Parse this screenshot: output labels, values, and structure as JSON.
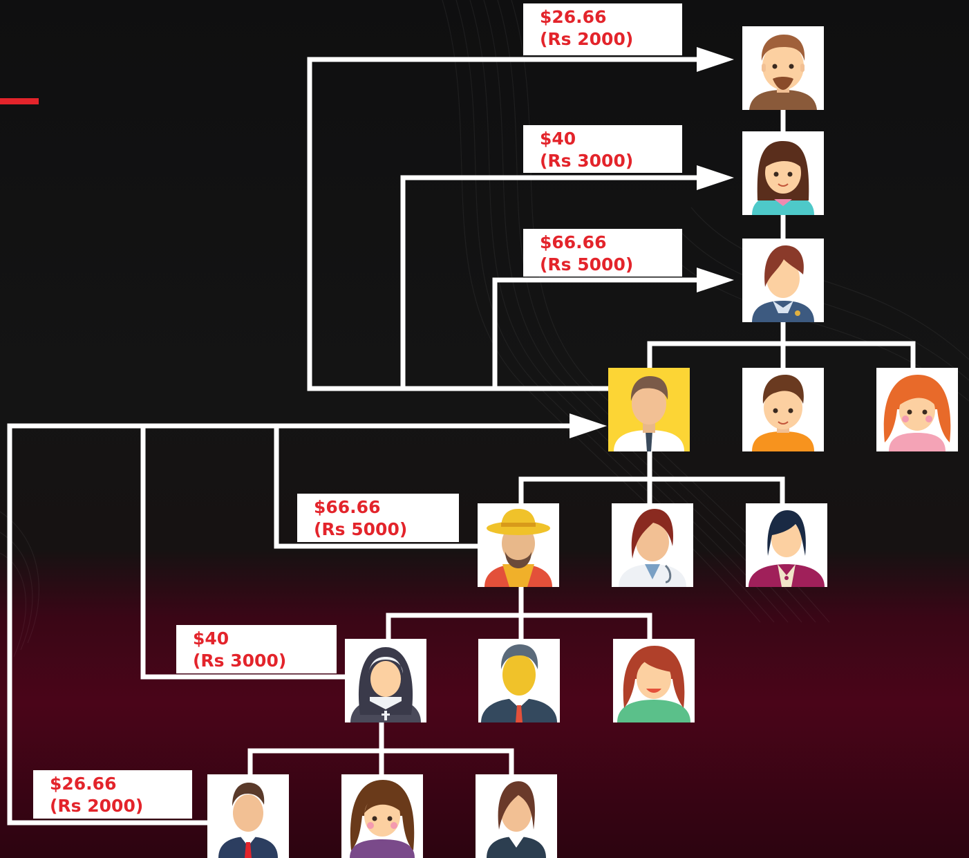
{
  "colors": {
    "accent": "#e3242b",
    "line": "#ffffff",
    "label_bg": "#ffffff",
    "highlight": "#fcd535"
  },
  "rewards": [
    {
      "usd": "$26.66",
      "inr": "(Rs 2000)"
    },
    {
      "usd": "$40",
      "inr": "(Rs 3000)"
    },
    {
      "usd": "$66.66",
      "inr": "(Rs 5000)"
    },
    {
      "usd": "$66.66",
      "inr": "(Rs 5000)"
    },
    {
      "usd": "$40",
      "inr": "(Rs 3000)"
    },
    {
      "usd": "$26.66",
      "inr": "(Rs 2000)"
    }
  ],
  "avatars": [
    {
      "name": "bearded-man-icon",
      "level": 1
    },
    {
      "name": "woman-hoodie-icon",
      "level": 2
    },
    {
      "name": "flight-attendant-icon",
      "level": 3
    },
    {
      "name": "businessman-icon",
      "level": 4,
      "highlighted": true
    },
    {
      "name": "boy-icon",
      "level": 4
    },
    {
      "name": "girl-icon",
      "level": 4
    },
    {
      "name": "farmer-icon",
      "level": 5
    },
    {
      "name": "doctor-icon",
      "level": 5
    },
    {
      "name": "waiter-icon",
      "level": 5
    },
    {
      "name": "nun-icon",
      "level": 6
    },
    {
      "name": "manager-icon",
      "level": 6
    },
    {
      "name": "smiling-woman-icon",
      "level": 6
    },
    {
      "name": "man-red-tie-icon",
      "level": 7
    },
    {
      "name": "long-hair-woman-icon",
      "level": 7
    },
    {
      "name": "businesswoman-icon",
      "level": 7
    }
  ]
}
